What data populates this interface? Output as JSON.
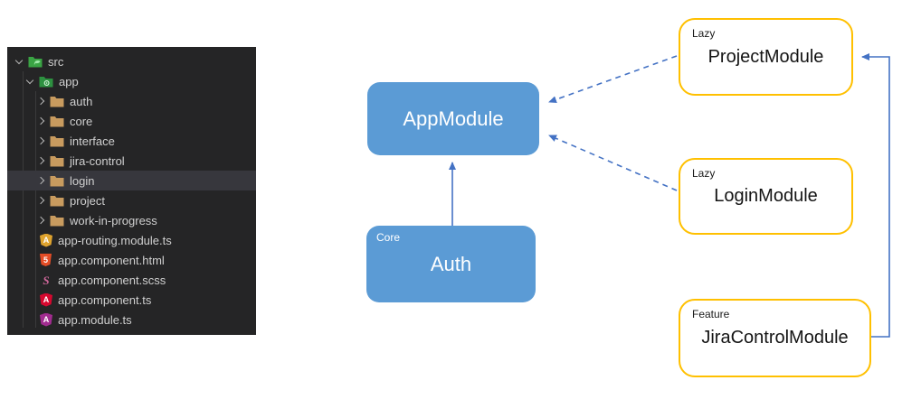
{
  "explorer": {
    "selected_index": 6,
    "items": [
      {
        "label": "src",
        "kind": "folder",
        "expanded": true
      },
      {
        "label": "app",
        "kind": "folder",
        "expanded": true
      },
      {
        "label": "auth",
        "kind": "folder",
        "expanded": false
      },
      {
        "label": "core",
        "kind": "folder",
        "expanded": false
      },
      {
        "label": "interface",
        "kind": "folder",
        "expanded": false
      },
      {
        "label": "jira-control",
        "kind": "folder",
        "expanded": false
      },
      {
        "label": "login",
        "kind": "folder",
        "expanded": false
      },
      {
        "label": "project",
        "kind": "folder",
        "expanded": false
      },
      {
        "label": "work-in-progress",
        "kind": "folder",
        "expanded": false
      },
      {
        "label": "app-routing.module.ts",
        "kind": "file"
      },
      {
        "label": "app.component.html",
        "kind": "file"
      },
      {
        "label": "app.component.scss",
        "kind": "file"
      },
      {
        "label": "app.component.ts",
        "kind": "file"
      },
      {
        "label": "app.module.ts",
        "kind": "file"
      }
    ]
  },
  "icons": {
    "angular_letter": "A",
    "html_number": "5",
    "sass_letter": "S"
  },
  "diagram": {
    "app_module": {
      "label": "AppModule"
    },
    "auth": {
      "tag": "Core",
      "label": "Auth"
    },
    "project_module": {
      "tag": "Lazy",
      "label": "ProjectModule"
    },
    "login_module": {
      "tag": "Lazy",
      "label": "LoginModule"
    },
    "jira_control_module": {
      "tag": "Feature",
      "label": "JiraControlModule"
    }
  },
  "colors": {
    "node_blue": "#5b9bd5",
    "edge_blue": "#4472c4",
    "lazy_border_yellow": "#ffc000",
    "panel_bg": "#252526",
    "selection_bg": "#37373d",
    "tree_text": "#cccccc"
  }
}
